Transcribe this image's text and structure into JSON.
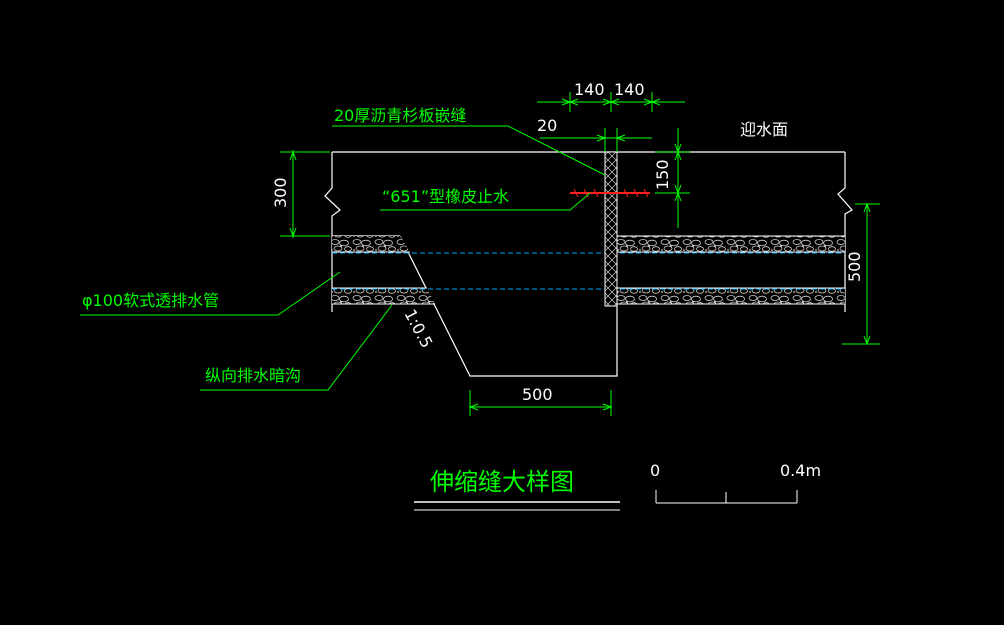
{
  "colors": {
    "background": "#000000",
    "structure": "#ffffff",
    "dimension": "#00ff00",
    "leader": "#00ff00",
    "pipe_centerline": "#00aaff",
    "waterstop": "#ff2020"
  },
  "labels": {
    "joint_filler": "20厚沥青杉板嵌缝",
    "water_face": "迎水面",
    "waterstop": "“651”型橡皮止水",
    "drain_pipe": "φ100软式透排水管",
    "drain_ditch": "纵向排水暗沟",
    "slope": "1:0.5",
    "title": "伸缩缝大样图"
  },
  "dimensions": {
    "top_left": "140",
    "top_right": "140",
    "gap": "20",
    "waterstop_depth": "150",
    "slab_thickness": "300",
    "right_height": "500",
    "ditch_width": "500"
  },
  "scale_bar": {
    "start": "0",
    "end": "0.4m"
  }
}
